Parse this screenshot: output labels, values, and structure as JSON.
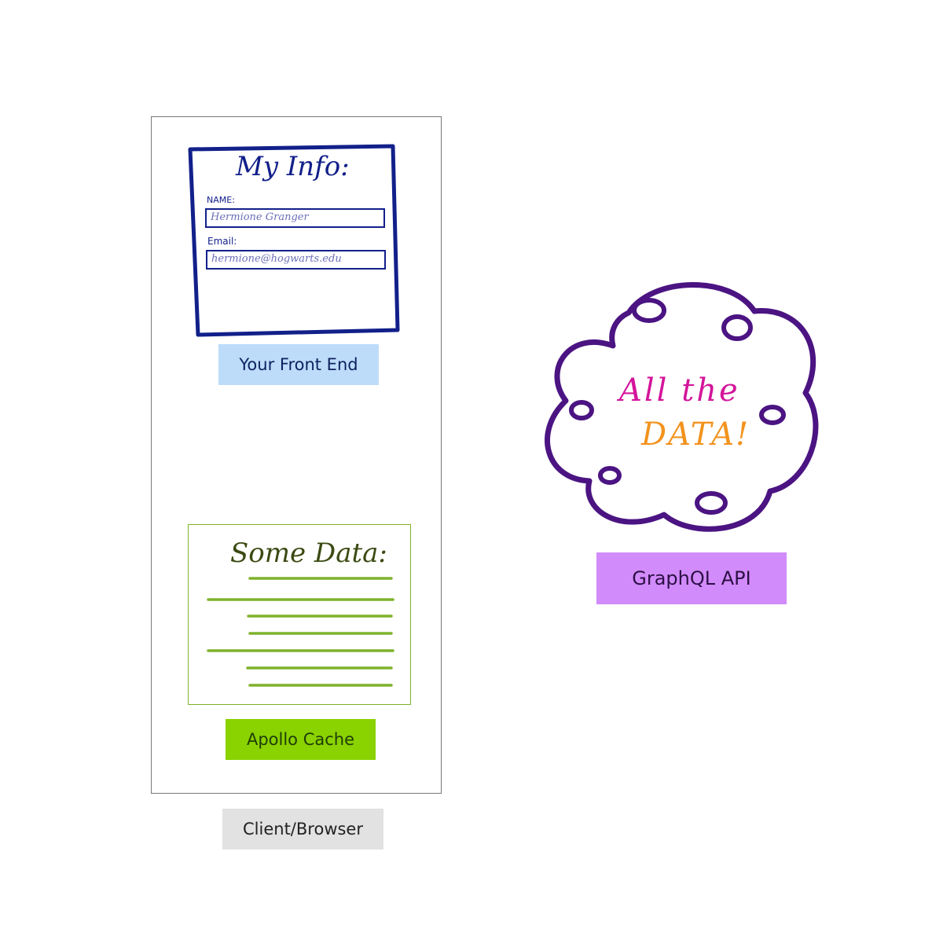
{
  "frontend": {
    "title": "My Info:",
    "name_label": "NAME:",
    "name_value": "Hermione Granger",
    "email_label": "Email:",
    "email_value": "hermione@hogwarts.edu",
    "caption": "Your Front End"
  },
  "cache": {
    "title": "Some Data:",
    "caption": "Apollo Cache"
  },
  "client": {
    "caption": "Client/Browser"
  },
  "api": {
    "cloud_text_line1": "All the",
    "cloud_text_line2": "DATA!",
    "caption": "GraphQL API"
  },
  "colors": {
    "frontend_ink": "#12208a",
    "frontend_label_bg": "#bcdcfa",
    "cache_ink": "#7fb22b",
    "cache_label_bg": "#8ad200",
    "client_label_bg": "#e2e2e2",
    "cloud_outline": "#4b1482",
    "cloud_text_pink": "#d4149a",
    "cloud_text_orange": "#f2931e",
    "api_label_bg": "#d28bfb"
  }
}
